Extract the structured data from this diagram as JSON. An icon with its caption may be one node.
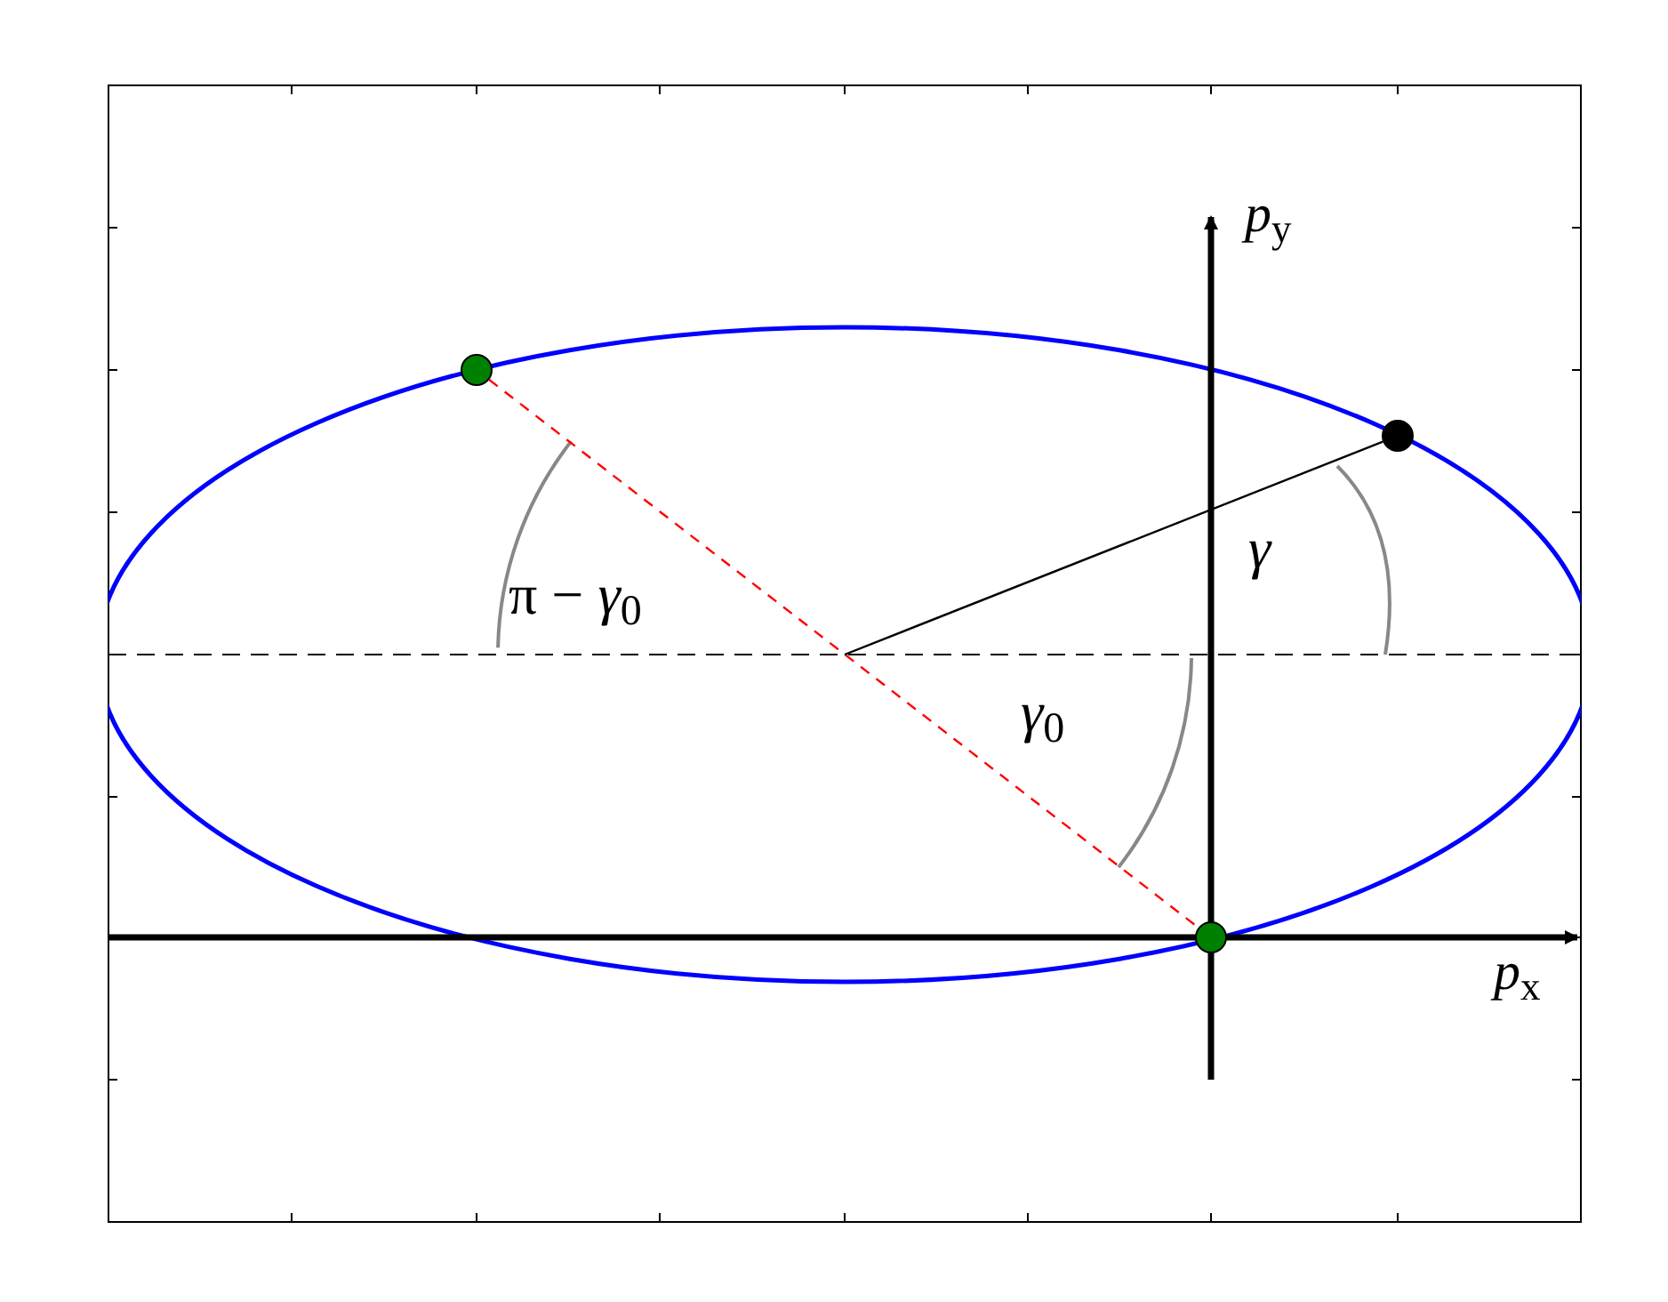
{
  "diagram": {
    "nodes": [
      {
        "text": [],
        "shape": "circle"
      },
      {
        "text": [],
        "shape": "circle"
      },
      {
        "text": [],
        "shape": "circle"
      }
    ],
    "edges": [
      {
        "from": 0,
        "to": 2,
        "arrow": "none",
        "style": "dashed",
        "color": "#ff0000"
      },
      {
        "from": null,
        "to": 1,
        "arrow": "none",
        "color": "#000000"
      }
    ],
    "labels": [
      "*p*$_{y}$",
      "π − *γ*$_{0}$",
      "*γ*",
      "*γ*$_{0}$",
      "*p*$_{x}$"
    ]
  }
}
